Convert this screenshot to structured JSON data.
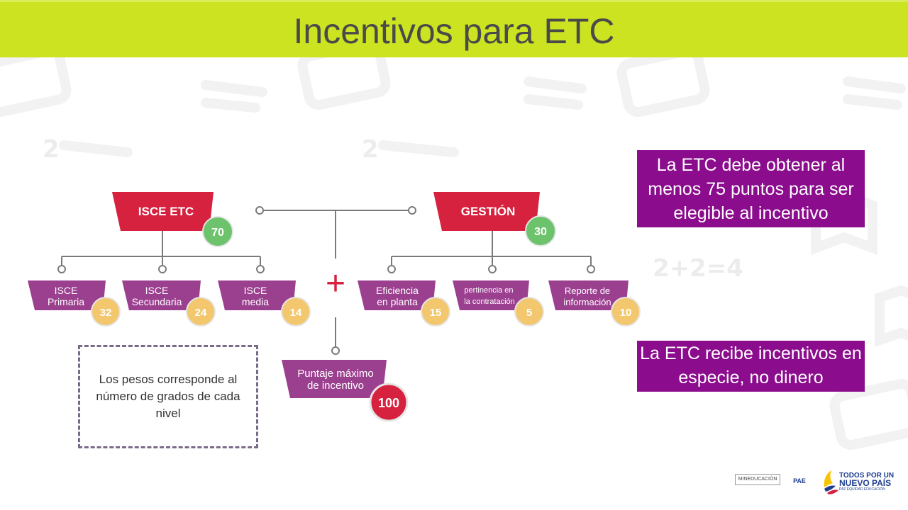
{
  "title": "Incentivos para ETC",
  "diagram": {
    "plus_sign": "+",
    "isce": {
      "label": "ISCE ETC",
      "points": "70",
      "children": [
        {
          "label_line1": "ISCE",
          "label_line2": "Primaria",
          "points": "32"
        },
        {
          "label_line1": "ISCE",
          "label_line2": "Secundaria",
          "points": "24"
        },
        {
          "label_line1": "ISCE",
          "label_line2": "media",
          "points": "14"
        }
      ]
    },
    "gestion": {
      "label": "GESTIÓN",
      "points": "30",
      "children": [
        {
          "label_line1": "Eficiencia",
          "label_line2": "en planta",
          "points": "15"
        },
        {
          "label_line1": "pertinencia en",
          "label_line2": "la contratación",
          "points": "5"
        },
        {
          "label_line1": "Reporte de",
          "label_line2": "información",
          "points": "10"
        }
      ]
    },
    "total": {
      "label_line1": "Puntaje máximo",
      "label_line2": "de incentivo",
      "points": "100"
    }
  },
  "callouts": {
    "minimum": "La ETC debe obtener al menos 75 puntos para ser elegible al incentivo",
    "in_kind": "La ETC recibe incentivos en especie, no dinero"
  },
  "note": "Los pesos corresponde al número de grados de cada nivel",
  "logos": {
    "mineducacion": "MINEDUCACIÓN",
    "pae": "PAE",
    "todos_line1": "TODOS POR UN",
    "todos_line2": "NUEVO PAÍS",
    "todos_line3": "PAZ EQUIDAD EDUCACIÓN"
  },
  "colors": {
    "title_bar": "#cbe320",
    "header_red": "#d6213f",
    "child_purple": "#9b3f8f",
    "badge_green": "#6cc36b",
    "badge_yellow": "#f2c76e",
    "badge_red": "#d6213f",
    "callout_purple": "#8b0c8d"
  }
}
